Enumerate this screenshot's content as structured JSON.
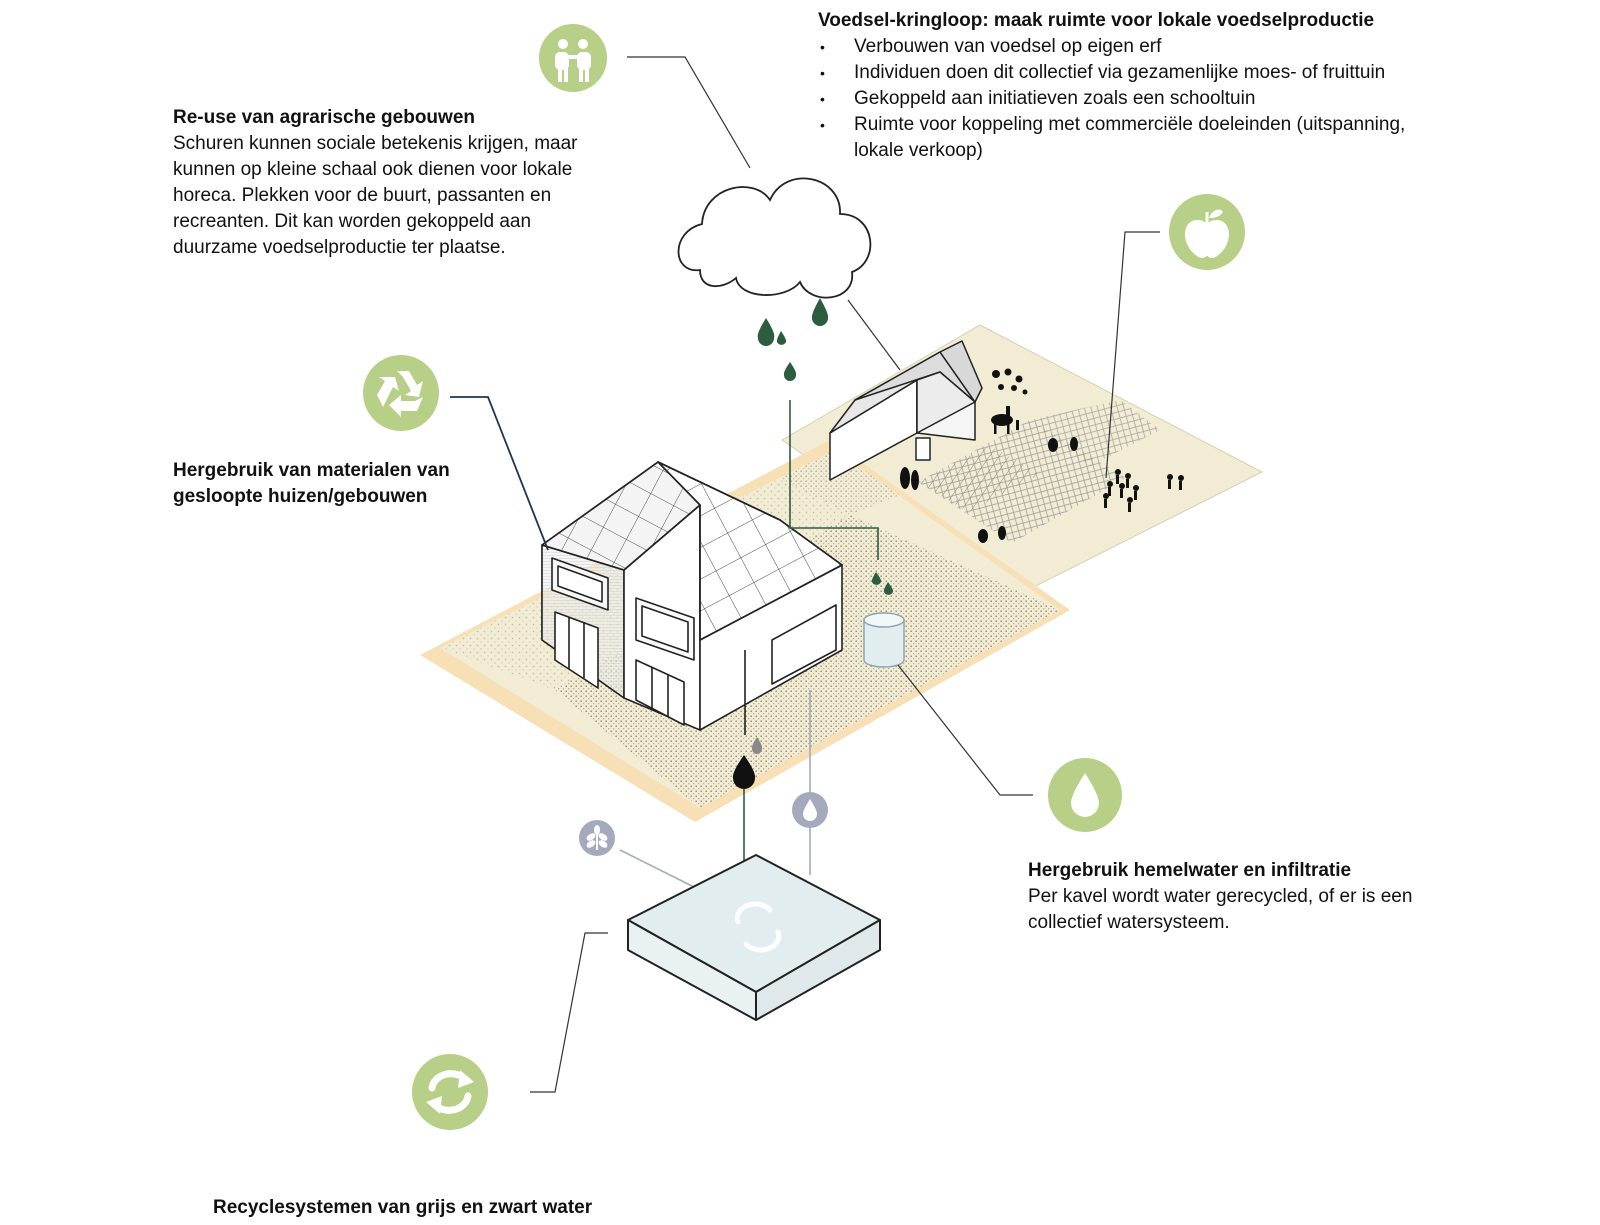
{
  "colors": {
    "accent_green": "#b7cf86",
    "water_green": "#2d5d3f",
    "field_beige": "#f1ecd3",
    "yard_peach": "#f7dfb6",
    "grey_badge": "#a4a9bd",
    "tank_blue": "#e2edf0"
  },
  "icons": [
    "people-icon",
    "apple-icon",
    "recycle-icon",
    "water-drop-icon",
    "wheat-icon",
    "refresh-arrows-icon"
  ],
  "sections": {
    "agri": {
      "title": "Re-use van agrarische gebouwen",
      "body": "Schuren kunnen sociale betekenis krijgen, maar kunnen op kleine schaal ook dienen voor lokale horeca. Plekken voor de buurt, passanten en recreanten. Dit kan worden gekoppeld aan duurzame voedselproductie ter plaatse."
    },
    "food": {
      "title": "Voedsel-kringloop: maak ruimte voor lokale voedselproductie",
      "items": [
        "Verbouwen van voedsel op eigen erf",
        "Individuen doen dit collectief via gezamenlijke moes- of fruittuin",
        "Gekoppeld aan initiatieven zoals een schooltuin",
        "Ruimte voor koppeling met commerciële doeleinden (uitspanning, lokale verkoop)"
      ]
    },
    "materials": {
      "title": "Hergebruik van materialen van gesloopte huizen/gebouwen"
    },
    "rainwater": {
      "title": "Hergebruik hemelwater en infiltratie",
      "body": "Per kavel wordt water gerecycled, of er is een collectief watersysteem."
    },
    "recycle": {
      "title": "Recyclesystemen van grijs en zwart water"
    }
  }
}
